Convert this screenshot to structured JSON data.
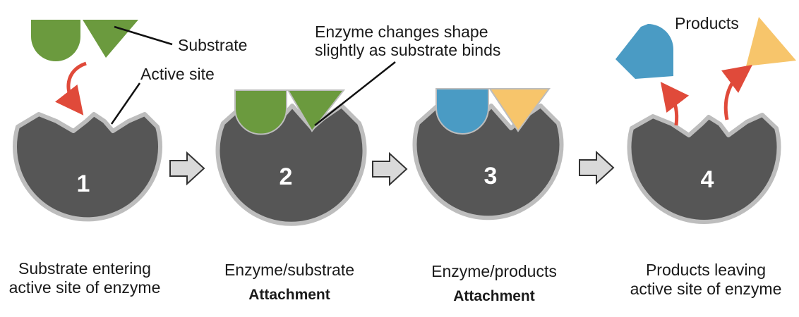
{
  "callouts": {
    "substrate": "Substrate",
    "active_site": "Active site",
    "shape_change_line1": "Enzyme changes shape",
    "shape_change_line2": "slightly as substrate binds",
    "products": "Products"
  },
  "steps": [
    {
      "number": "1",
      "caption_line1": "Substrate entering",
      "caption_line2": "active site of enzyme",
      "subcaption": ""
    },
    {
      "number": "2",
      "caption_line1": "Enzyme/substrate",
      "caption_line2": "",
      "subcaption": "Attachment"
    },
    {
      "number": "3",
      "caption_line1": "Enzyme/products",
      "caption_line2": "",
      "subcaption": "Attachment"
    },
    {
      "number": "4",
      "caption_line1": "Products leaving",
      "caption_line2": "active site of enzyme",
      "subcaption": ""
    }
  ],
  "colors": {
    "enzyme": "#565656",
    "enzyme_outline": "#bdbdbd",
    "substrate": "#6b9a3e",
    "product_blue": "#4a9bc4",
    "product_yellow": "#f7c56b",
    "arrow_red": "#e04a3a",
    "step_arrow": "#d9d9d9"
  }
}
